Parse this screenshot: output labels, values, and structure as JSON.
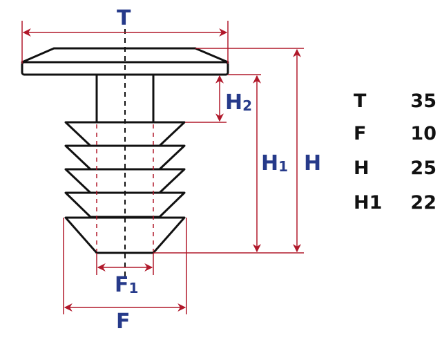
{
  "labels": {
    "T": "T",
    "H2_main": "H",
    "H2_sub": "2",
    "H1_main": "H",
    "H1_sub": "1",
    "H": "H",
    "F1_main": "F",
    "F1_sub": "1",
    "F": "F"
  },
  "colors": {
    "dimension": "#b0182a",
    "label": "#263a8a",
    "outline": "#111111"
  },
  "spec_table": [
    {
      "name": "T",
      "value": "35"
    },
    {
      "name": "F",
      "value": "10"
    },
    {
      "name": "H",
      "value": "25"
    },
    {
      "name": "H1",
      "value": "22"
    }
  ]
}
